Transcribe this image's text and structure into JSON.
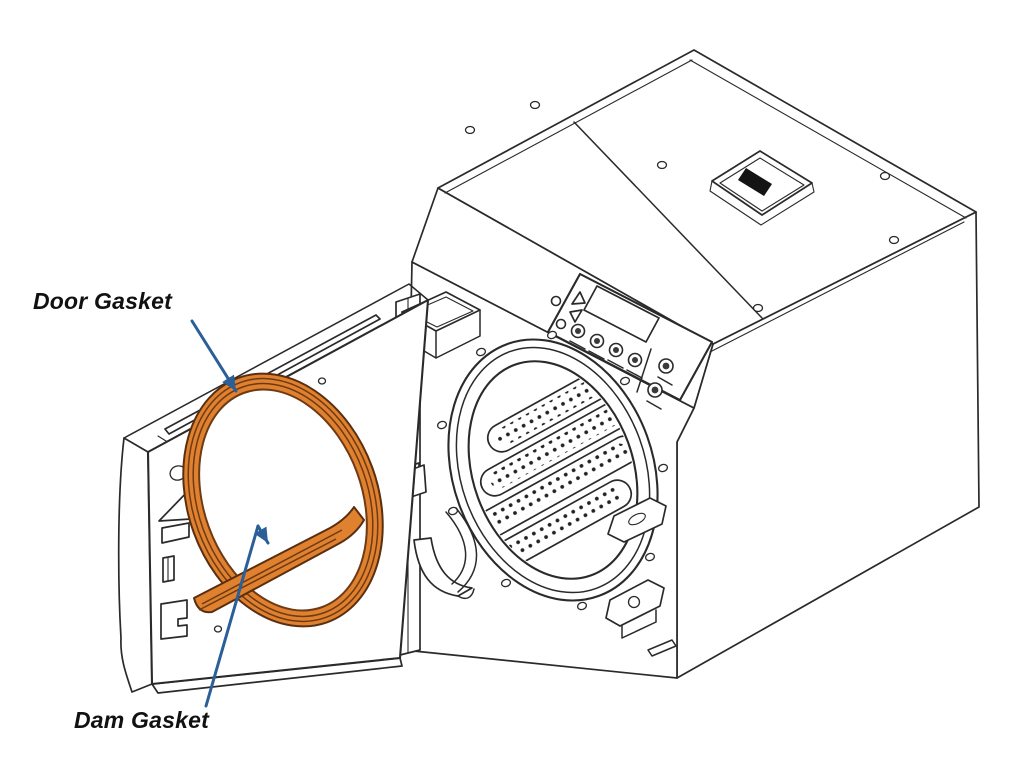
{
  "diagram": {
    "type": "technical-illustration",
    "subject": "Tabletop autoclave sterilizer shown with door open to identify the door gasket ring and dam gasket",
    "callouts": [
      {
        "id": "door_gasket",
        "label": "Door Gasket"
      },
      {
        "id": "dam_gasket",
        "label": "Dam Gasket"
      }
    ],
    "colors": {
      "background": "#ffffff",
      "line": "#2a2a2a",
      "gasket_fill": "#E0812F",
      "gasket_dark": "#6E3A14",
      "gasket_edge": "#5A2F10",
      "callout_arrow": "#2B5F98",
      "label_text": "#111111",
      "printer_slot": "#141414",
      "button_dot": "#3a3a3a"
    },
    "parts": [
      "autoclave-body",
      "top-panel",
      "printer-slot",
      "control-panel",
      "lcd-display",
      "chamber-opening",
      "tray-rack",
      "hinge-assembly",
      "door",
      "door-gasket",
      "dam-gasket"
    ]
  }
}
